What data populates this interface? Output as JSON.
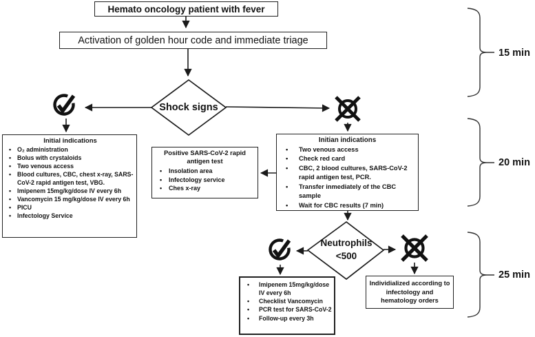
{
  "flow": {
    "start": "Hemato oncology patient with fever",
    "activation": "Activation of golden hour code and immediate triage",
    "shock_decision": "Shock signs",
    "neutrophils_decision": {
      "line1": "Neutrophils",
      "line2": "<500"
    },
    "initial_indications": {
      "title": "Initial indications",
      "items": [
        "O₂ administration",
        "Bolus with crystaloids",
        "Two venous access",
        "Blood cultures, CBC, chest x-ray, SARS-CoV-2 rapid antigen test, VBG.",
        "Imipenem 15mg/kg/dose IV every 6h",
        "Vancomycin 15 mg/kg/dose IV every 6h",
        "PICU",
        "Infectology Service"
      ]
    },
    "positive_sars": {
      "title": "Positive SARS-CoV-2 rapid antigen test",
      "items": [
        "Insolation area",
        "Infectology service",
        "Ches x-ray"
      ]
    },
    "initian_indications": {
      "title": "Initian indications",
      "items": [
        "Two venous access",
        "Check red card",
        "CBC, 2 blood cultures, SARS-CoV-2 rapid antigen test, PCR.",
        "Transfer inmediately of the CBC sample",
        "Wait for CBC results (7 min)"
      ]
    },
    "neutropenia_treatment": {
      "items": [
        "Imipenem 15mg/kg/dose IV every 6h",
        "Checklist Vancomycin",
        "PCR test for SARS-CoV-2",
        "Follow-up every 3h"
      ]
    },
    "individualized": "Individialized according to infectology and hematology orders"
  },
  "timeline": {
    "labels": [
      "15 min",
      "20 min",
      "25 min"
    ]
  },
  "icons": {
    "yes": "check-circle",
    "no": "crossed-circle"
  },
  "colors": {
    "ink": "#1a1a1a",
    "background": "#ffffff"
  }
}
